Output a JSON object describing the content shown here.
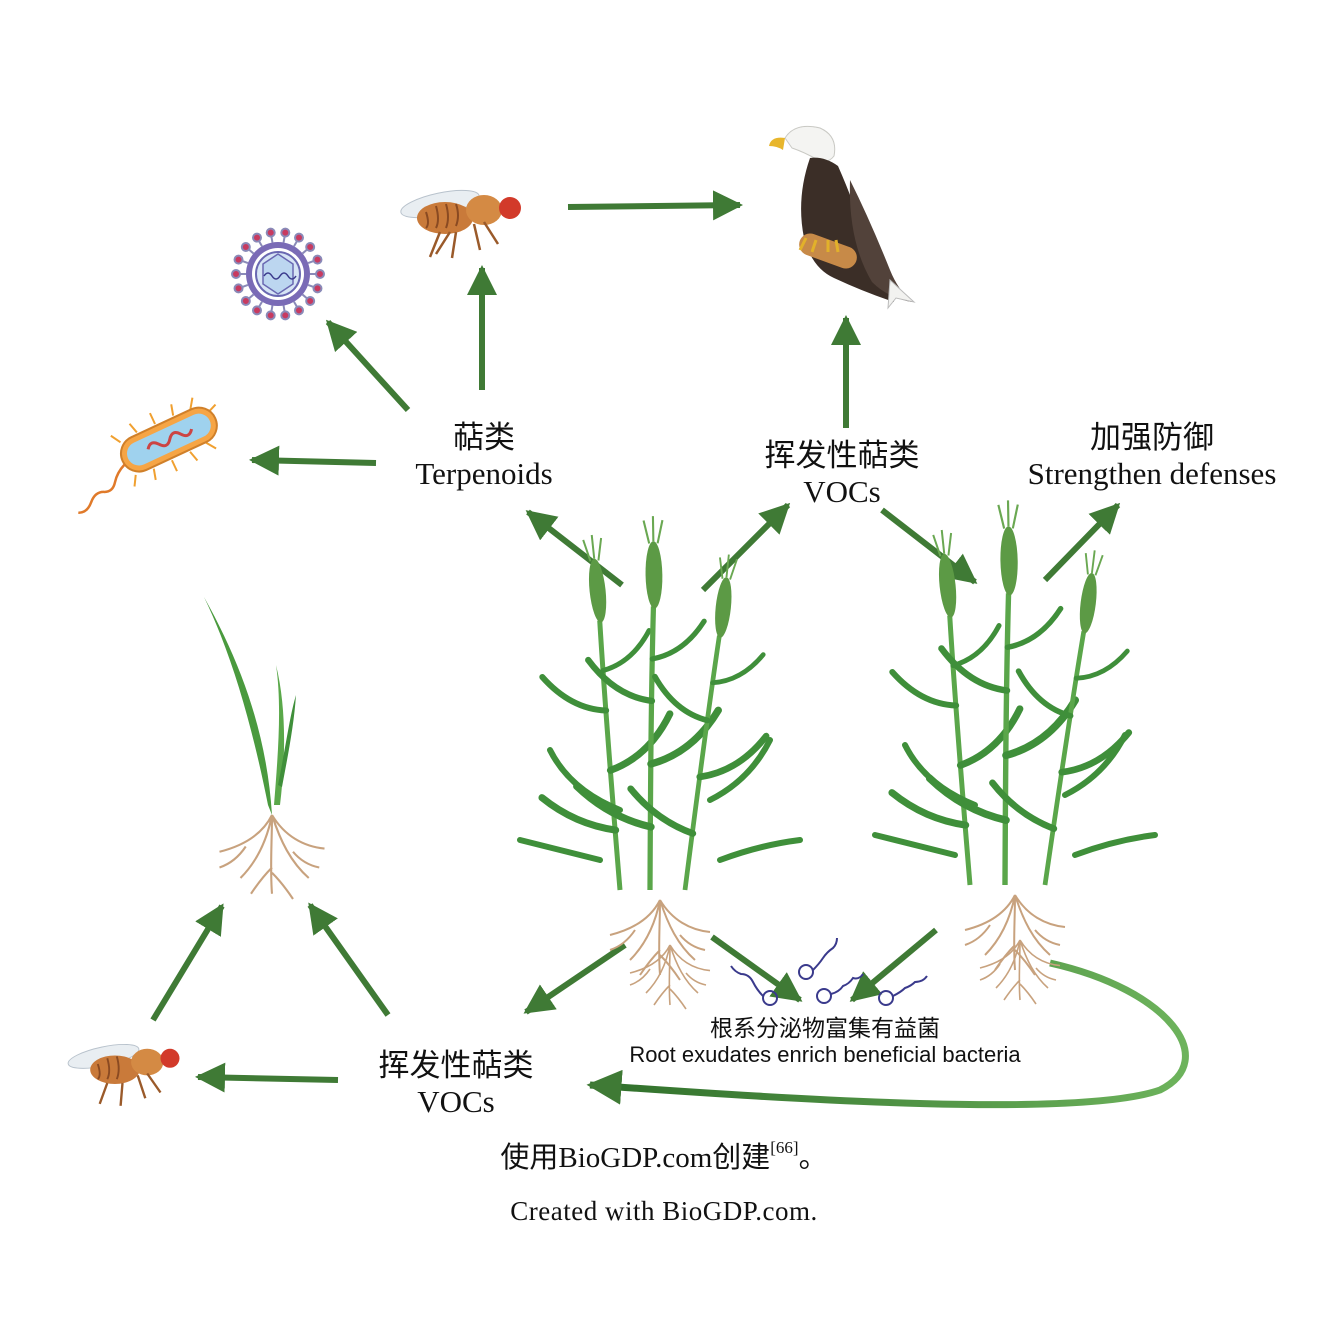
{
  "labels": {
    "terpenoids_zh": "萜类",
    "terpenoids_en": "Terpenoids",
    "vocs_top_zh": "挥发性萜类",
    "vocs_top_en": "VOCs",
    "defense_zh": "加强防御",
    "defense_en": "Strengthen defenses",
    "vocs_bottom_zh": "挥发性萜类",
    "vocs_bottom_en": "VOCs",
    "root_zh": "根系分泌物富集有益菌",
    "root_en": "Root exudates enrich beneficial bacteria"
  },
  "caption": {
    "line1_prefix": "使用BioGDP.com创建",
    "line1_ref": "[66]",
    "line1_suffix": "。",
    "line2": "Created with BioGDP.com."
  },
  "colors": {
    "arrow": "#3f7a35",
    "leaf": "#3f8f3a",
    "stem": "#5aa64a",
    "root": "#c8a27e"
  },
  "icons": [
    "bacterium-icon",
    "virus-icon",
    "fly-icon",
    "eagle-icon",
    "wheat-plant-icon",
    "seedling-icon",
    "bacteria-cluster-icon"
  ]
}
